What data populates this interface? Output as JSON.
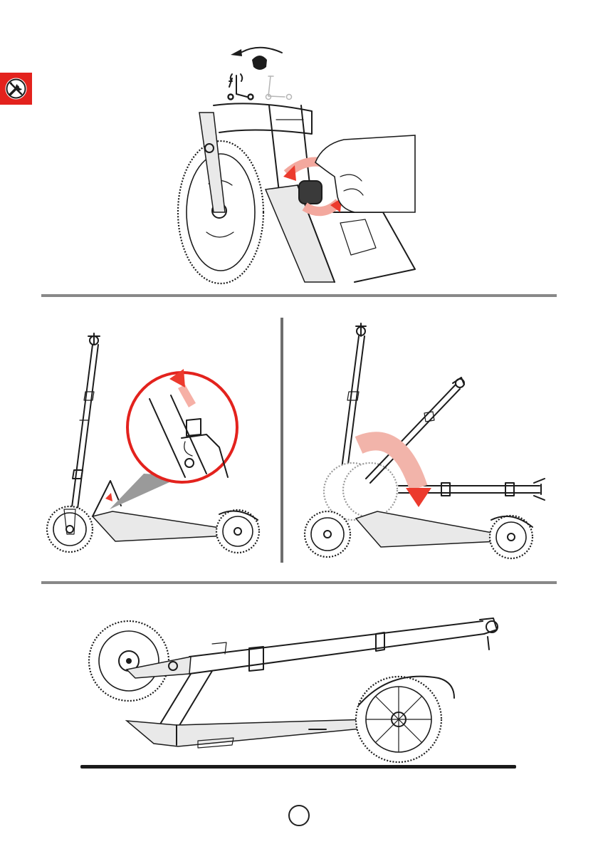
{
  "page": {
    "page_number": "",
    "accent_color": "#e3221d",
    "rule_color": "#888888"
  },
  "icons": {
    "badge": "tools-icon",
    "knob_turn": "rotate-counterclockwise-icon",
    "vibrating_scooter": "scooter-loose-icon",
    "locked_scooter": "scooter-ghost-icon"
  },
  "steps": [
    {
      "id": "step-1",
      "illustration": "hand-loosening-folding-knob"
    },
    {
      "id": "step-2",
      "illustration": "push-folding-latch-up"
    },
    {
      "id": "step-3",
      "illustration": "fold-handlebar-down"
    },
    {
      "id": "step-4",
      "illustration": "folded-scooter-on-ground"
    }
  ]
}
